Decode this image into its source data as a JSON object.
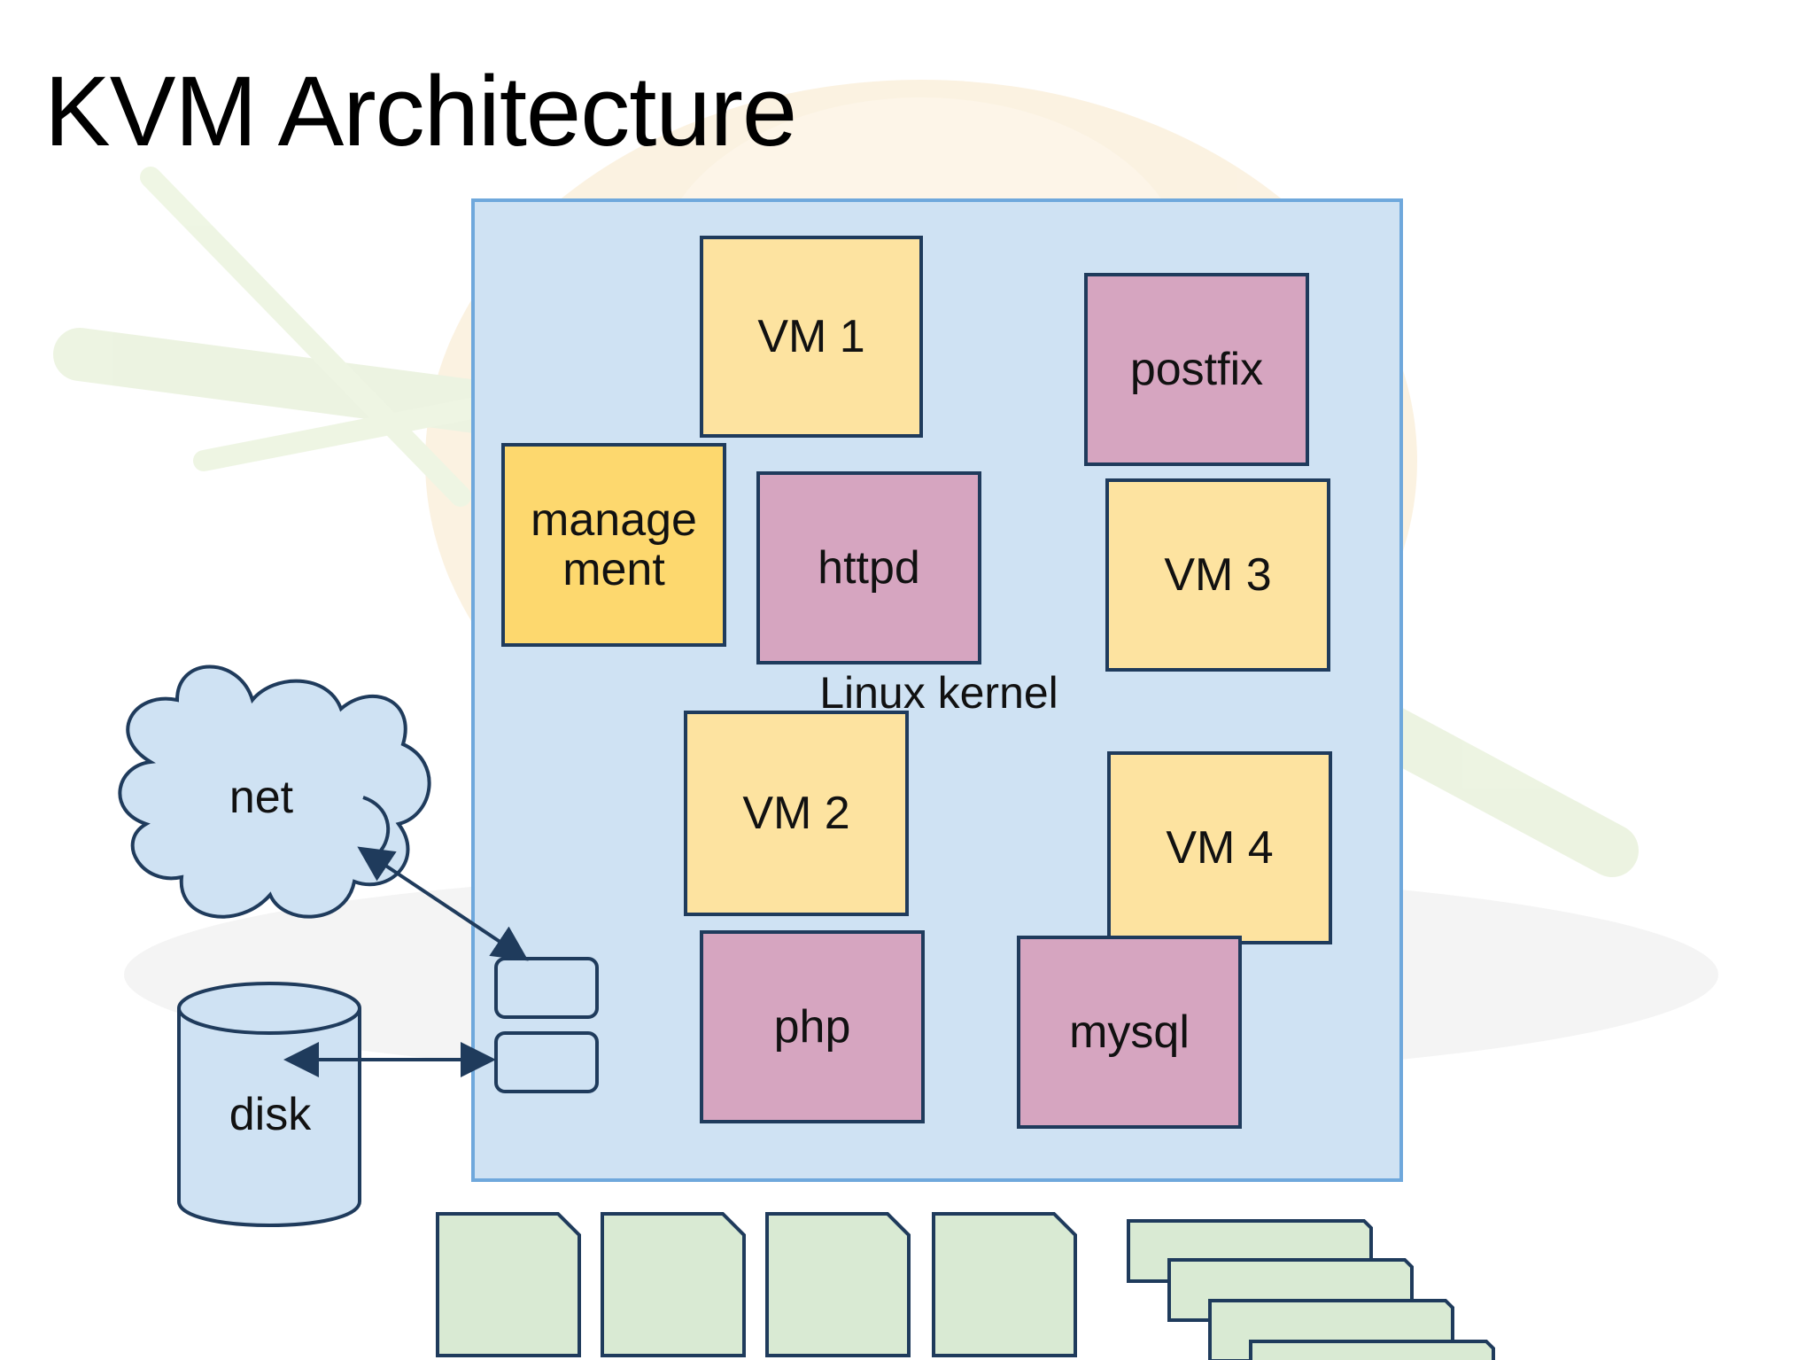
{
  "title": "KVM Architecture",
  "diagram": {
    "host_label": "Linux kernel",
    "boxes": {
      "vm1": "VM 1",
      "vm2": "VM 2",
      "vm3": "VM 3",
      "vm4": "VM 4",
      "postfix": "postfix",
      "httpd": "httpd",
      "php": "php",
      "mysql": "mysql",
      "management": "manage ment"
    },
    "net_label": "net",
    "disk_label": "disk"
  },
  "colors": {
    "host_fill": "#cfe2f3",
    "host_border": "#6fa8dc",
    "vm_fill": "#fde3a0",
    "process_fill": "#d6a5c0",
    "management_fill": "#fdd86e",
    "hardware_fill": "#d9ead3",
    "net_disk_fill": "#cfe2f3",
    "stroke": "#1f3b5c"
  }
}
